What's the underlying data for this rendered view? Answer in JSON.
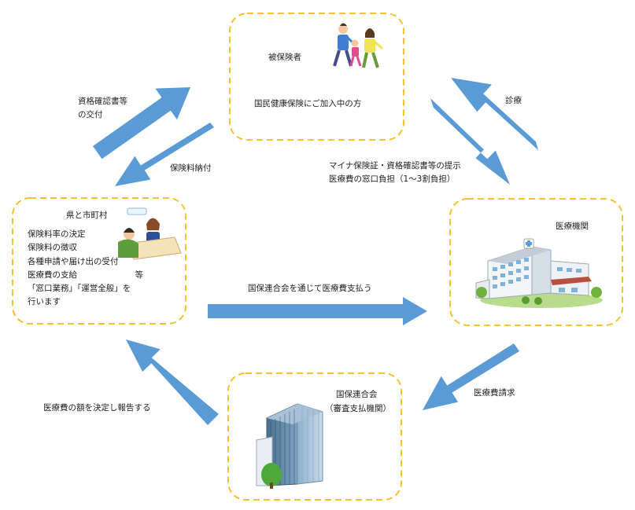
{
  "nodes": {
    "insured": {
      "title": "被保険者",
      "description": "国民健康保険にご加入中の方"
    },
    "prefecture": {
      "title": "県と市町村",
      "lines": [
        "保険料率の決定",
        "保険料の徴収",
        "各種申請や届け出の受付",
        "医療費の支給　　　　　　　等",
        "「窓口業務」「運営全般」を",
        "行います"
      ]
    },
    "medical": {
      "title": "医療機関"
    },
    "federation": {
      "title": "国保連合会",
      "subtitle": "（審査支払機関）"
    }
  },
  "flows": {
    "issue_certificate": {
      "lines": [
        "資格確認書等",
        "の交付"
      ]
    },
    "premium_payment": {
      "label": "保険料納付"
    },
    "treatment": {
      "label": "診療"
    },
    "present_card": {
      "lines": [
        "マイナ保険証・資格確認書等の提示",
        "医療費の窓口負担（1～3割負担）"
      ]
    },
    "pay_via_federation": {
      "label": "国保連合会を通じて医療費支払う"
    },
    "billing": {
      "label": "医療費請求"
    },
    "report": {
      "label": "医療費の額を決定し報告する"
    }
  },
  "colors": {
    "arrow": "#5B9BD5",
    "box_border": "#F5C131"
  },
  "icons": {
    "insured": "family-icon",
    "prefecture": "office-counter-icon",
    "medical": "hospital-icon",
    "federation": "office-building-icon"
  }
}
